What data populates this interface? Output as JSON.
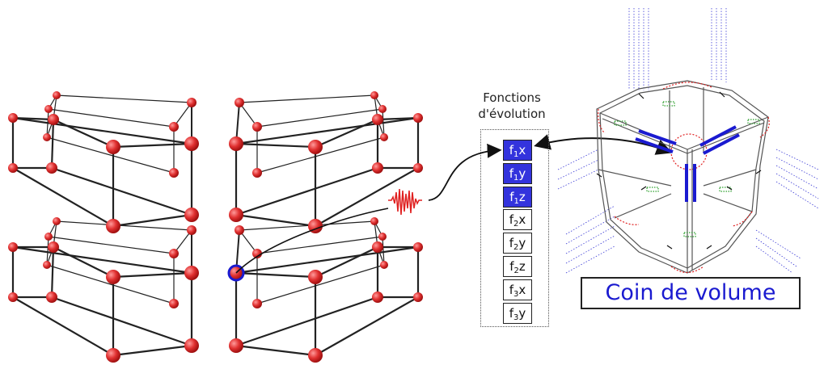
{
  "evolution_panel": {
    "title_line1": "Fonctions",
    "title_line2": "d'évolution",
    "functions": [
      {
        "base": "f",
        "sub": "1",
        "axis": "x",
        "active": true
      },
      {
        "base": "f",
        "sub": "1",
        "axis": "y",
        "active": true
      },
      {
        "base": "f",
        "sub": "1",
        "axis": "z",
        "active": true
      },
      {
        "base": "f",
        "sub": "2",
        "axis": "x",
        "active": false
      },
      {
        "base": "f",
        "sub": "2",
        "axis": "y",
        "active": false
      },
      {
        "base": "f",
        "sub": "2",
        "axis": "z",
        "active": false
      },
      {
        "base": "f",
        "sub": "3",
        "axis": "x",
        "active": false
      },
      {
        "base": "f",
        "sub": "3",
        "axis": "y",
        "active": false
      }
    ]
  },
  "corner_label": "Coin de volume",
  "colors": {
    "node": "#e03030",
    "edge": "#222222",
    "highlight": "#1a1ad0",
    "active_cell": "#3333dd",
    "wave": "#e02020",
    "dotted_lines": "#3b3bd6"
  }
}
